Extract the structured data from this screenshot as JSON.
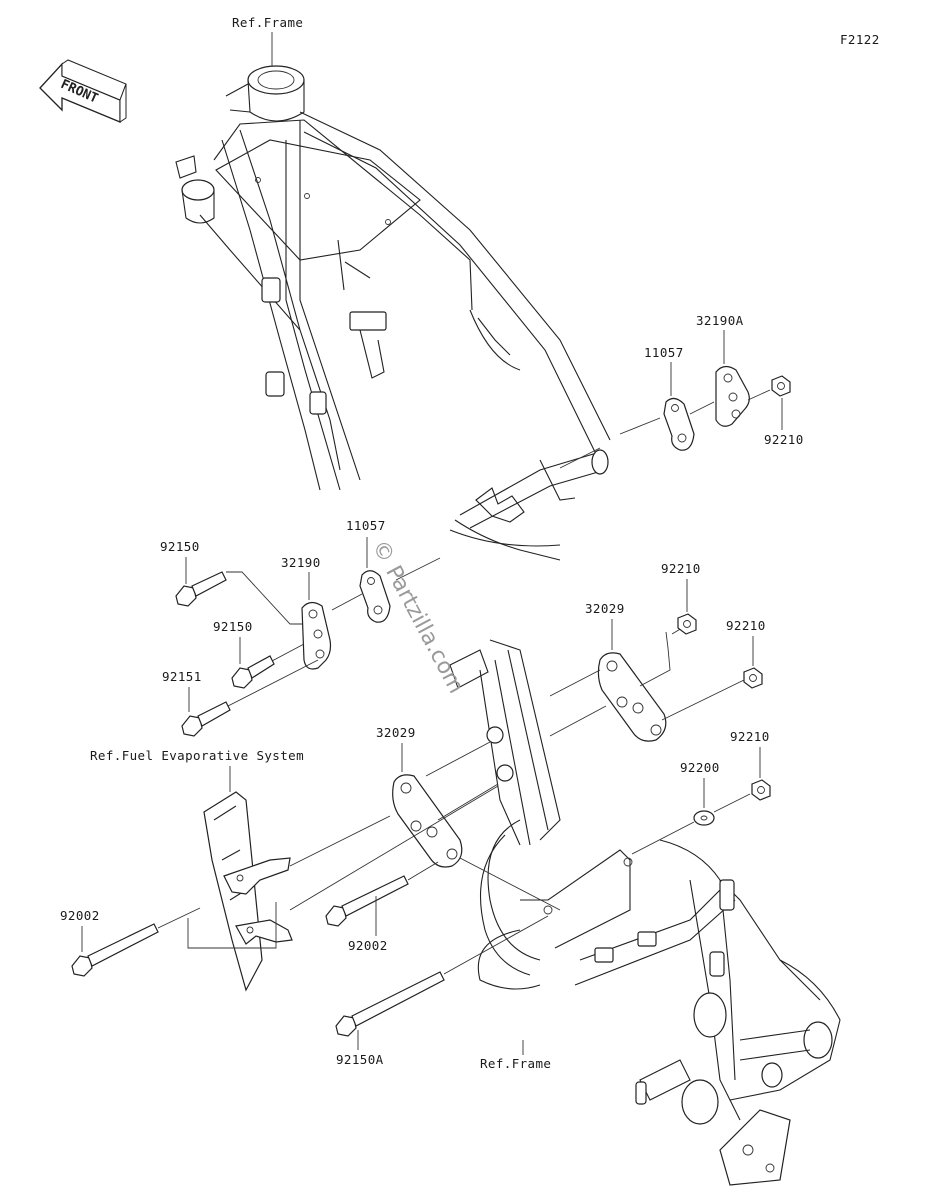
{
  "diagram": {
    "code": "F2122",
    "front_label": "FRONT",
    "watermark": "© Partzilla.com",
    "refs": {
      "frame_top": "Ref.Frame",
      "frame_bottom": "Ref.Frame",
      "fuel_evap": "Ref.Fuel Evaporative System"
    },
    "parts": {
      "p32190A": "32190A",
      "p11057_upper": "11057",
      "p92210_a": "92210",
      "p11057_lower": "11057",
      "p32190": "32190",
      "p92150_a": "92150",
      "p92150_b": "92150",
      "p92151": "92151",
      "p32029_upper": "32029",
      "p92210_b": "92210",
      "p92210_c": "92210",
      "p32029_lower": "32029",
      "p92210_d": "92210",
      "p92200": "92200",
      "p92002_left": "92002",
      "p92002_right": "92002",
      "p92150A": "92150A"
    }
  }
}
